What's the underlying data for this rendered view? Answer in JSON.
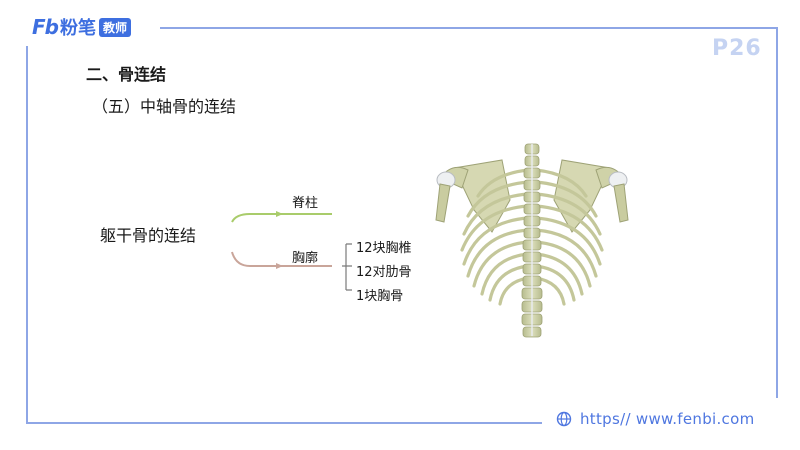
{
  "header": {
    "logo_fb": "Fb",
    "logo_name": "粉笔",
    "logo_badge": "教师",
    "page_number": "P26"
  },
  "slide": {
    "section_title": "二、骨连结",
    "sub_title": "（五）中轴骨的连结",
    "mind_map": {
      "root": "躯干骨的连结",
      "branches": [
        {
          "label": "脊柱",
          "color": "#a9cc6b"
        },
        {
          "label": "胸廓",
          "color": "#c9a59a",
          "children": [
            "12块胸椎",
            "12对肋骨",
            "1块胸骨"
          ]
        }
      ],
      "bracket_color": "#7a7a7a"
    }
  },
  "footer": {
    "url": "https// www.fenbi.com"
  }
}
